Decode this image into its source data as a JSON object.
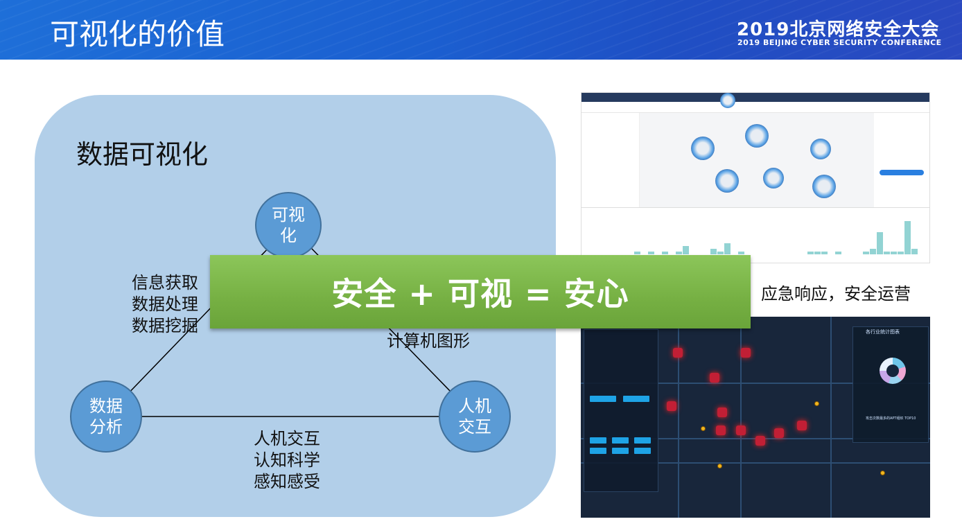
{
  "header": {
    "title": "可视化的价值",
    "conference_cn": "2019北京网络安全大会",
    "conference_en": "2019 BEIJING CYBER SECURITY CONFERENCE"
  },
  "diagram": {
    "title": "数据可视化",
    "nodes": {
      "top": "可视\n化",
      "left": "数据\n分析",
      "right": "人机\n交互"
    },
    "left_edge_labels": [
      "信息获取",
      "数据处理",
      "数据挖掘"
    ],
    "right_edge_labels": [
      "计算机图形"
    ],
    "bottom_edge_labels": [
      "人机交互",
      "认知科学",
      "感知感受"
    ]
  },
  "banner": {
    "text": "安全 + 可视 = 安心"
  },
  "side_text": "应急响应，安全运营",
  "screenshots": {
    "graph_view": {
      "bar_values": [
        1,
        0,
        1,
        0,
        1,
        0,
        1,
        3,
        0,
        0,
        0,
        2,
        1,
        4,
        0,
        1,
        0,
        0,
        0,
        0,
        0,
        0,
        0,
        0,
        0,
        1,
        1,
        1,
        0,
        1,
        0,
        0,
        0,
        1,
        2,
        8,
        1,
        1,
        1,
        12,
        2
      ]
    },
    "map_view": {
      "panel_title": "各行业统计图表",
      "top_title": "攻击次数最多的APT组织 TOP10"
    }
  },
  "colors": {
    "header": "#1e62d2",
    "panel": "#b2cfe9",
    "node": "#5b9bd5",
    "banner": "#76b043"
  }
}
